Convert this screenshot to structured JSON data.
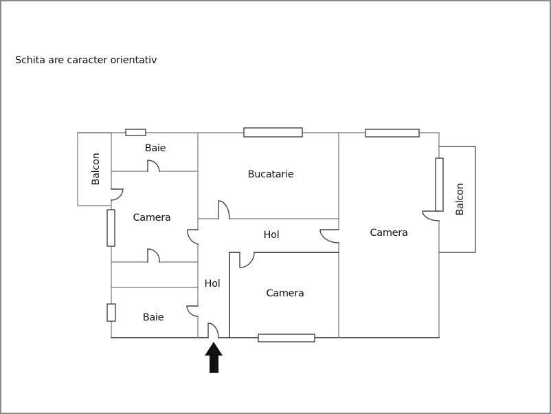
{
  "note": "Schita are caracter orientativ",
  "rooms": {
    "balcon_left": "Balcon",
    "baie_top": "Baie",
    "camera_left": "Camera",
    "baie_bottom": "Baie",
    "bucatarie": "Bucatarie",
    "hol_center": "Hol",
    "hol_vertical": "Hol",
    "camera_center": "Camera",
    "camera_right": "Camera",
    "balcon_right": "Balcon"
  },
  "entrance": {
    "icon": "entrance-arrow-icon",
    "color": "#111111"
  },
  "colors": {
    "wall": "#8a8a8a",
    "wall_dark": "#222222",
    "frame": "#8a8a8a",
    "text": "#111111"
  }
}
